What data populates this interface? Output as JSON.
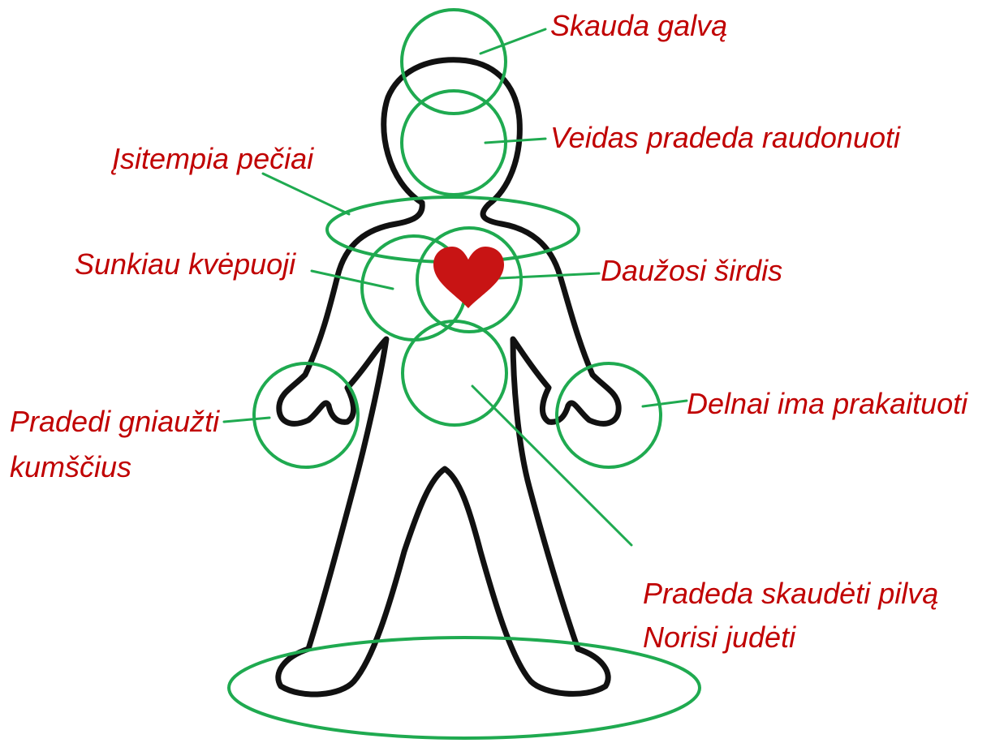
{
  "colors": {
    "label_text": "#c00000",
    "ring_stroke": "#1faa50",
    "body_outline": "#111111",
    "heart_fill": "#c81414"
  },
  "icons": {
    "heart": "heart-icon"
  },
  "labels": {
    "head": "Skauda galvą",
    "face": "Veidas pradeda raudonuoti",
    "shoulders": "Įsitempia pečiai",
    "breathing": "Sunkiau kvėpuoji",
    "heart": "Daužosi širdis",
    "fists_line1": "Pradedi gniaužti",
    "fists_line2": "kumščius",
    "palms": "Delnai ima prakaituoti",
    "stomach_line1": "Pradeda skaudėti pilvą",
    "stomach_line2": "Norisi judėti"
  }
}
